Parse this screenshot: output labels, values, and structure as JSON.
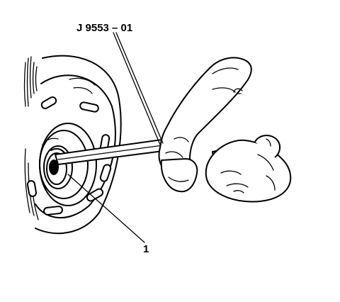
{
  "figure": {
    "callouts": [
      {
        "id": "tool",
        "label": "J 9553 – 01"
      },
      {
        "id": "part",
        "label": "1"
      }
    ]
  }
}
